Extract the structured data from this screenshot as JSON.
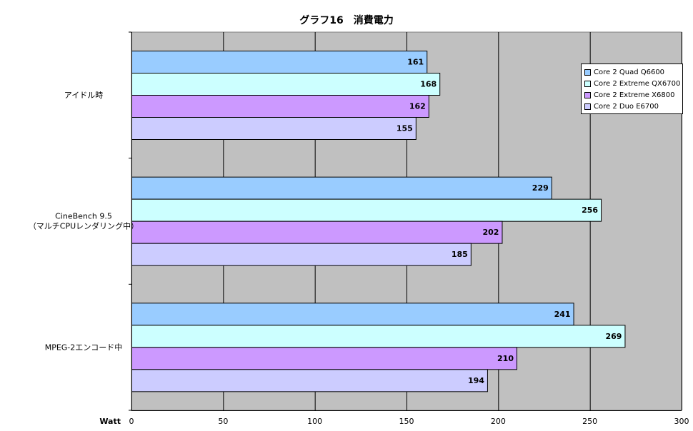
{
  "chart_data": {
    "type": "bar",
    "orientation": "horizontal",
    "title": "グラフ16　消費電力",
    "xlabel": "Watt",
    "ylabel": "",
    "xlim": [
      0,
      300
    ],
    "x_ticks": [
      0,
      50,
      100,
      150,
      200,
      250,
      300
    ],
    "grid": true,
    "legend_position": "top-right",
    "categories": [
      "アイドル時",
      "CineBench 9.5\n（マルチCPUレンダリング中）",
      "MPEG-2エンコード中"
    ],
    "series": [
      {
        "name": "Core 2 Quad Q6600",
        "color": "#99ccff",
        "values": [
          161,
          229,
          241
        ]
      },
      {
        "name": "Core 2 Extreme QX6700",
        "color": "#ccffff",
        "values": [
          168,
          256,
          269
        ]
      },
      {
        "name": "Core 2 Extreme X6800",
        "color": "#cc99ff",
        "values": [
          162,
          202,
          210
        ]
      },
      {
        "name": "Core 2 Duo E6700",
        "color": "#ccccff",
        "values": [
          155,
          185,
          194
        ]
      }
    ],
    "plot_background": "#c0c0c0"
  }
}
